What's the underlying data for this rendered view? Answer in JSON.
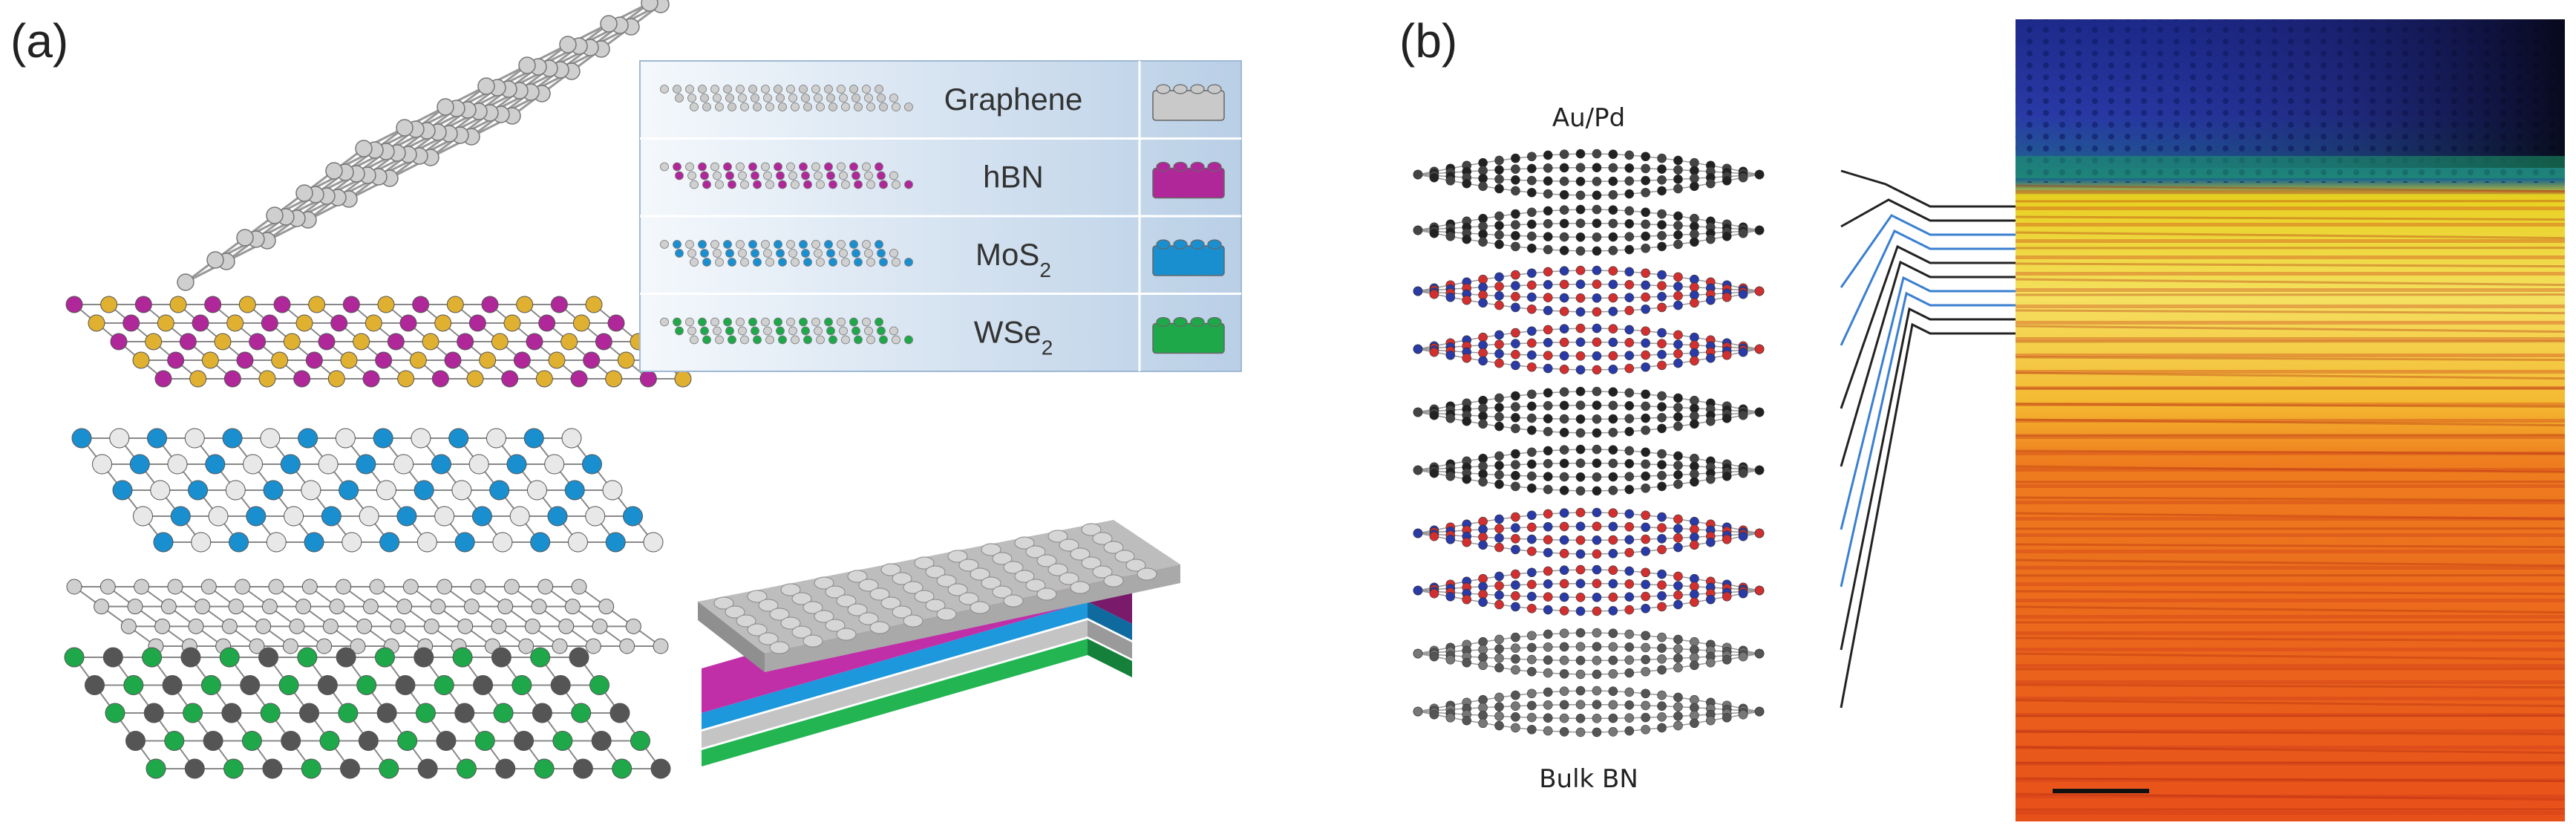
{
  "panel_a": {
    "label": "(a)",
    "legend": [
      {
        "name": "Graphene",
        "sub": "",
        "color": "#c9c9c9"
      },
      {
        "name": "hBN",
        "sub": "",
        "color": "#b0279a"
      },
      {
        "name": "MoS",
        "sub": "2",
        "color": "#1a8fd0"
      },
      {
        "name": "WSe",
        "sub": "2",
        "color": "#1fa84a"
      }
    ]
  },
  "panel_b": {
    "label": "(b)",
    "top_label": "Au/Pd",
    "bottom_label": "Bulk BN"
  }
}
